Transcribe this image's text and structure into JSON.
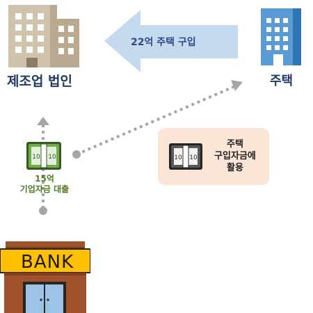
{
  "company": {
    "label": "제조업 법인",
    "icon": "office-building-icon"
  },
  "house": {
    "label": "주택",
    "icon": "apartment-building-icon"
  },
  "purchase_arrow": {
    "label": "22억 주택 구입"
  },
  "loan": {
    "label_line1": "15억",
    "label_line2": "기업자금 대출",
    "icon": "money-bundle-icon"
  },
  "note": {
    "line1": "주택",
    "line2": "구입자금에",
    "line3": "활용",
    "icon": "money-bundle-icon"
  },
  "bank": {
    "sign": "BANK",
    "icon": "bank-building-icon"
  },
  "colors": {
    "navy": "#1f3864",
    "arrow_fill": "#c5d9ef",
    "arrow_text": "#2e4a86",
    "green": "#4e7d27",
    "note_bg": "#fbe5d6",
    "dots": "#a6a6a6",
    "bank_sign": "#ffc000",
    "bank_wall": "#a0522d"
  }
}
